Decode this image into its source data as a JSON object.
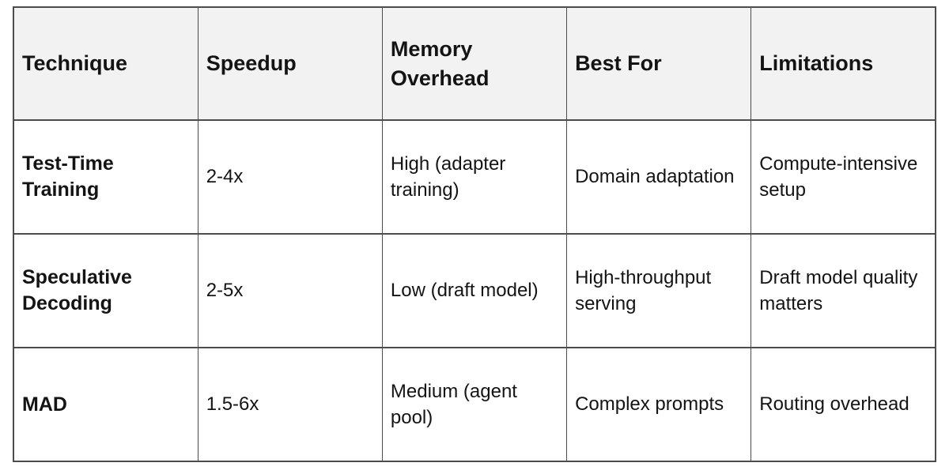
{
  "table": {
    "columns": [
      {
        "label": "Technique"
      },
      {
        "label": "Speedup"
      },
      {
        "label": "Memory Overhead"
      },
      {
        "label": "Best For"
      },
      {
        "label": "Limitations"
      }
    ],
    "rows": [
      [
        "Test-Time Training",
        "2-4x",
        "High (adapter training)",
        "Domain adaptation",
        "Compute-intensive setup"
      ],
      [
        "Speculative Decoding",
        "2-5x",
        "Low (draft model)",
        "High-throughput serving",
        "Draft model quality matters"
      ],
      [
        "MAD",
        "1.5-6x",
        "Medium (agent pool)",
        "Complex prompts",
        "Routing overhead"
      ]
    ],
    "colors": {
      "header_bg": "#f2f2f2",
      "border": "#4c4c4c",
      "text": "#141414",
      "body_bg": "#ffffff"
    }
  }
}
